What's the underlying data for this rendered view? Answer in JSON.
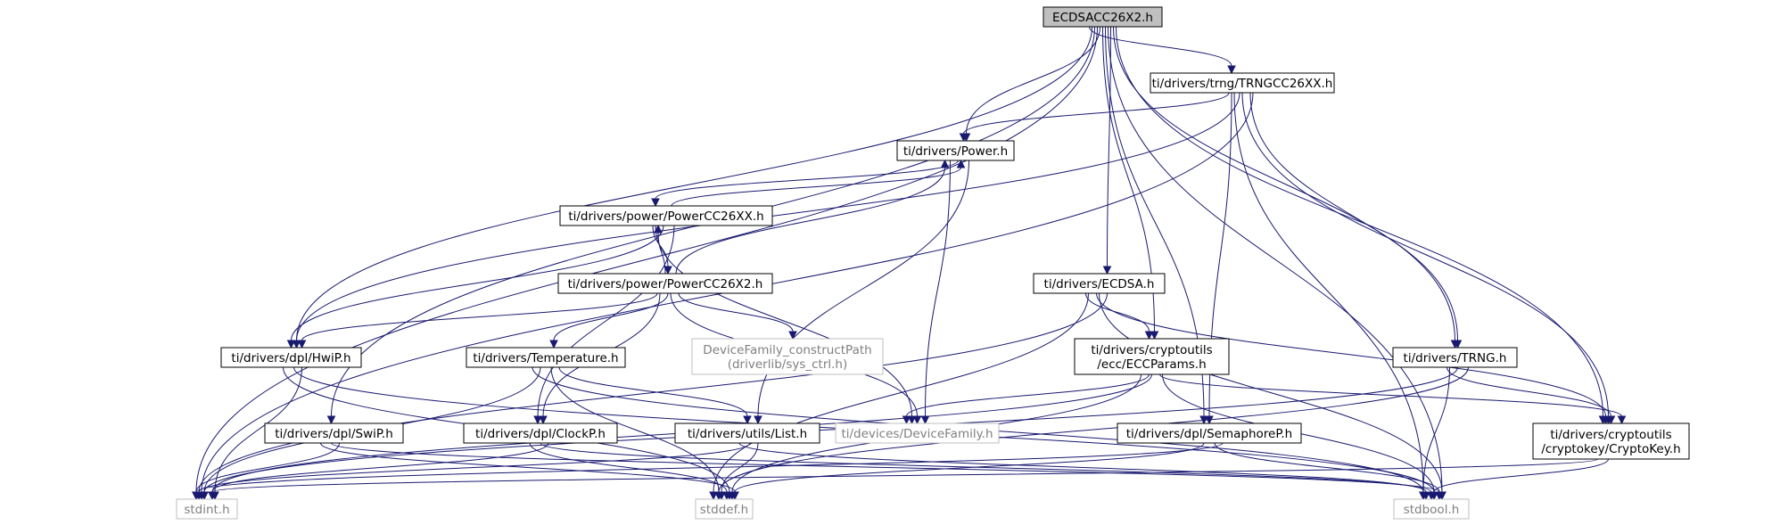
{
  "diagram": {
    "nodes": [
      {
        "id": "ecdsacc",
        "label": [
          "ECDSACC26X2.h"
        ],
        "style": "root"
      },
      {
        "id": "trngcc",
        "label": [
          "ti/drivers/trng/TRNGCC26XX.h"
        ],
        "style": "normal"
      },
      {
        "id": "power",
        "label": [
          "ti/drivers/Power.h"
        ],
        "style": "normal"
      },
      {
        "id": "powercc26xx",
        "label": [
          "ti/drivers/power/PowerCC26XX.h"
        ],
        "style": "normal"
      },
      {
        "id": "powercc26x2",
        "label": [
          "ti/drivers/power/PowerCC26X2.h"
        ],
        "style": "normal"
      },
      {
        "id": "ecdsa",
        "label": [
          "ti/drivers/ECDSA.h"
        ],
        "style": "normal"
      },
      {
        "id": "hwip",
        "label": [
          "ti/drivers/dpl/HwiP.h"
        ],
        "style": "normal"
      },
      {
        "id": "temperature",
        "label": [
          "ti/drivers/Temperature.h"
        ],
        "style": "normal"
      },
      {
        "id": "devfamctor",
        "label": [
          "DeviceFamily_constructPath",
          "(driverlib/sys_ctrl.h)"
        ],
        "style": "external"
      },
      {
        "id": "eccparams",
        "label": [
          "ti/drivers/cryptoutils",
          "/ecc/ECCParams.h"
        ],
        "style": "normal"
      },
      {
        "id": "trng",
        "label": [
          "ti/drivers/TRNG.h"
        ],
        "style": "normal"
      },
      {
        "id": "swip",
        "label": [
          "ti/drivers/dpl/SwiP.h"
        ],
        "style": "normal"
      },
      {
        "id": "clockp",
        "label": [
          "ti/drivers/dpl/ClockP.h"
        ],
        "style": "normal"
      },
      {
        "id": "list",
        "label": [
          "ti/drivers/utils/List.h"
        ],
        "style": "normal"
      },
      {
        "id": "devfamily",
        "label": [
          "ti/devices/DeviceFamily.h"
        ],
        "style": "external"
      },
      {
        "id": "semaphorep",
        "label": [
          "ti/drivers/dpl/SemaphoreP.h"
        ],
        "style": "normal"
      },
      {
        "id": "cryptokey",
        "label": [
          "ti/drivers/cryptoutils",
          "/cryptokey/CryptoKey.h"
        ],
        "style": "normal"
      },
      {
        "id": "stdint",
        "label": [
          "stdint.h"
        ],
        "style": "external"
      },
      {
        "id": "stddef",
        "label": [
          "stddef.h"
        ],
        "style": "external"
      },
      {
        "id": "stdbool",
        "label": [
          "stdbool.h"
        ],
        "style": "external"
      }
    ],
    "edges": [
      [
        "ecdsacc",
        "trngcc"
      ],
      [
        "ecdsacc",
        "power"
      ],
      [
        "ecdsacc",
        "ecdsa"
      ],
      [
        "ecdsacc",
        "hwip"
      ],
      [
        "ecdsacc",
        "eccparams"
      ],
      [
        "ecdsacc",
        "trng"
      ],
      [
        "ecdsacc",
        "swip"
      ],
      [
        "ecdsacc",
        "semaphorep"
      ],
      [
        "ecdsacc",
        "cryptokey"
      ],
      [
        "ecdsacc",
        "stdint"
      ],
      [
        "ecdsacc",
        "stdbool"
      ],
      [
        "trngcc",
        "power"
      ],
      [
        "trngcc",
        "hwip"
      ],
      [
        "trngcc",
        "trng"
      ],
      [
        "trngcc",
        "semaphorep"
      ],
      [
        "trngcc",
        "cryptokey"
      ],
      [
        "trngcc",
        "stdint"
      ],
      [
        "trngcc",
        "stdbool"
      ],
      [
        "power",
        "powercc26xx"
      ],
      [
        "power",
        "list"
      ],
      [
        "power",
        "devfamily"
      ],
      [
        "powercc26xx",
        "power"
      ],
      [
        "powercc26xx",
        "powercc26x2"
      ],
      [
        "powercc26xx",
        "hwip"
      ],
      [
        "powercc26xx",
        "clockp"
      ],
      [
        "powercc26xx",
        "devfamily"
      ],
      [
        "powercc26x2",
        "powercc26xx"
      ],
      [
        "powercc26x2",
        "power"
      ],
      [
        "powercc26x2",
        "hwip"
      ],
      [
        "powercc26x2",
        "temperature"
      ],
      [
        "powercc26x2",
        "devfamctor"
      ],
      [
        "powercc26x2",
        "clockp"
      ],
      [
        "powercc26x2",
        "devfamily"
      ],
      [
        "ecdsa",
        "eccparams"
      ],
      [
        "ecdsa",
        "cryptokey"
      ],
      [
        "ecdsa",
        "stdint"
      ],
      [
        "ecdsa",
        "stddef"
      ],
      [
        "ecdsa",
        "stdbool"
      ],
      [
        "hwip",
        "stdint"
      ],
      [
        "hwip",
        "stddef"
      ],
      [
        "hwip",
        "stdbool"
      ],
      [
        "temperature",
        "list"
      ],
      [
        "temperature",
        "stdint"
      ],
      [
        "temperature",
        "stddef"
      ],
      [
        "temperature",
        "stdbool"
      ],
      [
        "eccparams",
        "devfamily"
      ],
      [
        "eccparams",
        "cryptokey"
      ],
      [
        "eccparams",
        "stddef"
      ],
      [
        "eccparams",
        "stdint"
      ],
      [
        "eccparams",
        "stdbool"
      ],
      [
        "trng",
        "cryptokey"
      ],
      [
        "trng",
        "stdint"
      ],
      [
        "trng",
        "stddef"
      ],
      [
        "trng",
        "stdbool"
      ],
      [
        "swip",
        "stdint"
      ],
      [
        "swip",
        "stddef"
      ],
      [
        "swip",
        "stdbool"
      ],
      [
        "clockp",
        "stdint"
      ],
      [
        "clockp",
        "stddef"
      ],
      [
        "clockp",
        "stdbool"
      ],
      [
        "list",
        "stddef"
      ],
      [
        "list",
        "stdbool"
      ],
      [
        "list",
        "stdint"
      ],
      [
        "semaphorep",
        "stdint"
      ],
      [
        "semaphorep",
        "stddef"
      ],
      [
        "semaphorep",
        "stdbool"
      ],
      [
        "cryptokey",
        "stdint"
      ],
      [
        "cryptokey",
        "stdbool"
      ]
    ],
    "colors": {
      "edge": "#191970",
      "normal_border": "#000000",
      "external_border": "#bfbfbf",
      "root_fill": "#bfbfbf",
      "text": "#000000",
      "external_text": "#808080"
    }
  }
}
